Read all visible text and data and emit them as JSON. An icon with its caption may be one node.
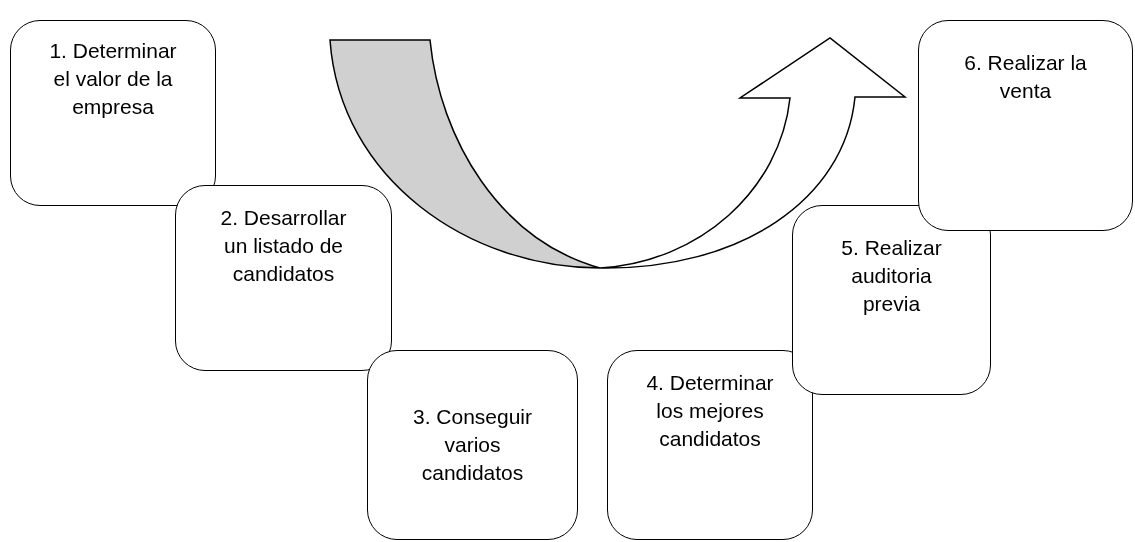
{
  "diagram": {
    "nodes": [
      {
        "text": [
          "1. Determinar el valor de la empresa"
        ]
      },
      {
        "text": [
          "2. Desarrollar un listado de candidatos"
        ]
      },
      {
        "text": [
          "3. Conseguir varios candidatos"
        ]
      },
      {
        "text": [
          "4. Determinar los mejores candidatos"
        ]
      },
      {
        "text": [
          "5. Realizar auditoria previa"
        ]
      },
      {
        "text": [
          "6. Realizar la venta"
        ]
      }
    ]
  }
}
